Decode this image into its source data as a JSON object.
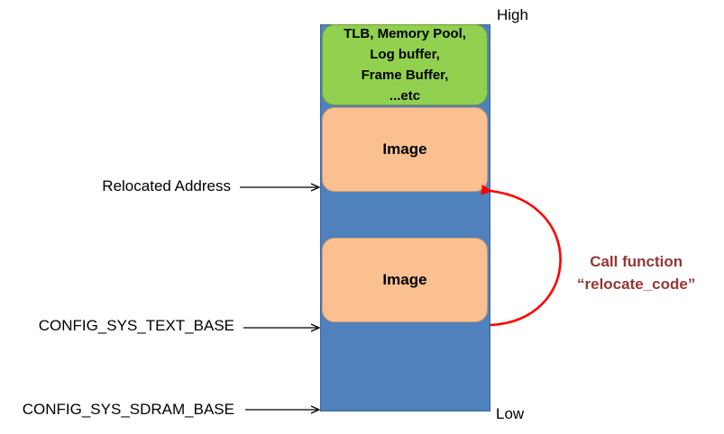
{
  "column": {
    "high_label": "High",
    "low_label": "Low",
    "top_block_lines": [
      "TLB, Memory Pool,",
      "Log buffer,",
      "Frame Buffer,",
      "...etc"
    ],
    "image_high_label": "Image",
    "image_low_label": "Image"
  },
  "addresses": {
    "relocated": "Relocated Address",
    "text_base": "CONFIG_SYS_TEXT_BASE",
    "sdram_base": "CONFIG_SYS_SDRAM_BASE"
  },
  "call": {
    "line1": "Call function",
    "line2": "“relocate_code”"
  },
  "colors": {
    "column": "#4f81bd",
    "top_block": "#92d050",
    "image_block": "#fac090",
    "call_arrow": "#ff0000",
    "call_text": "#953735"
  }
}
